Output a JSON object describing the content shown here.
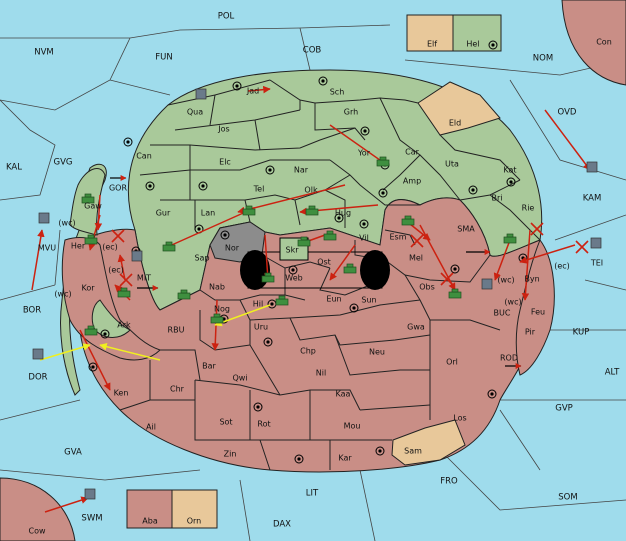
{
  "colors": {
    "sea": "#9fdcec",
    "green": "#a9c99a",
    "brown": "#c98e86",
    "tan": "#e8c89a",
    "neutral_gray": "#8c8c8c",
    "order_red": "#cc2211",
    "support_yellow": "#f0f020",
    "unit_green": "#3f8f3f",
    "fleet_gray": "#6a7a8a"
  },
  "sea_labels": [
    "POL",
    "NVM",
    "FUN",
    "COB",
    "NOM",
    "OVD",
    "KAL",
    "GVG",
    "KAM",
    "BOR",
    "DOR",
    "GVA",
    "LIT",
    "DAX",
    "FRO",
    "SOM",
    "GVP",
    "ALT",
    "KUP",
    "SWM"
  ],
  "land_labels": [
    "Con",
    "Elf",
    "Hel",
    "Jad",
    "Qua",
    "Sch",
    "Jos",
    "Grh",
    "Eld",
    "Can",
    "Elc",
    "Yor",
    "Car",
    "Uta",
    "Nar",
    "Kat",
    "Tel",
    "Olk",
    "Amp",
    "Gur",
    "Lan",
    "Hug",
    "Bri",
    "Rie",
    "Gaw",
    "Her",
    "Nor",
    "Skr",
    "Vil",
    "Esm",
    "Sap",
    "Ost",
    "Mel",
    "Byn",
    "Web",
    "Kor",
    "Nab",
    "Eun",
    "Sun",
    "Obs",
    "Hil",
    "Nog",
    "Uru",
    "Feu",
    "Gwa",
    "Ark",
    "Pir",
    "Chp",
    "Neu",
    "Orl",
    "Bar",
    "Qwi",
    "Nil",
    "Kaa",
    "Ken",
    "Chr",
    "Los",
    "Ail",
    "Sot",
    "Rot",
    "Mou",
    "Zin",
    "Kar",
    "Sam",
    "Aba",
    "Orn",
    "Cow",
    "MVU",
    "MIT",
    "GOR",
    "SMA",
    "RBU",
    "BUC",
    "ROD",
    "TEI"
  ],
  "coast_tags": [
    "(wc)",
    "(ec)",
    "(ec)",
    "(wc)",
    "(wc)",
    "(ec)",
    "(wc)"
  ]
}
